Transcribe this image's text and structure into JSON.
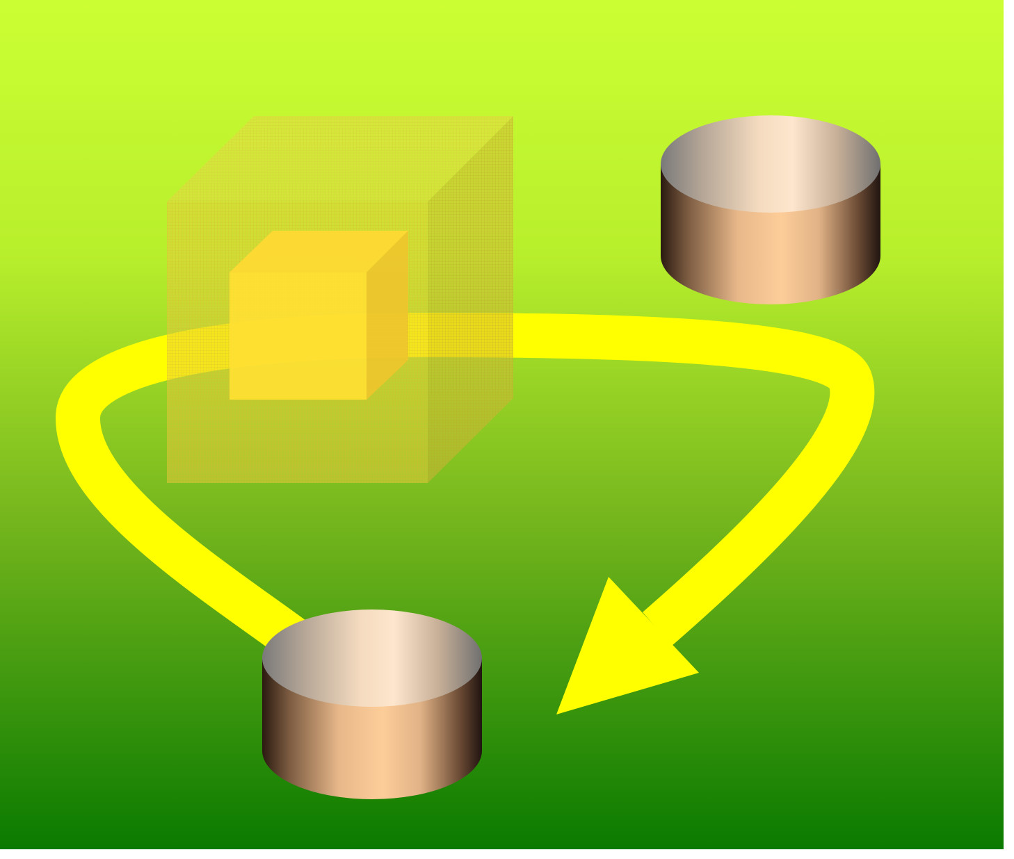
{
  "diagram": {
    "colors": {
      "background_top": "#ccff33",
      "background_bottom": "#0a7a00",
      "flow_arrow": "#ffff00",
      "cylinder_body_light": "#fdcd99",
      "cylinder_body_dark": "#2a1a10",
      "cylinder_top_light": "#fde6cd",
      "cylinder_top_dark": "#7a7a7a",
      "outer_cube": "#e3c830",
      "inner_cube_front": "#ffe033",
      "inner_cube_top": "#ffd933",
      "inner_cube_side": "#f2c72a"
    },
    "shapes": [
      {
        "name": "outer-translucent-cube",
        "kind": "cube",
        "style": "translucent-mesh"
      },
      {
        "name": "inner-solid-cube",
        "kind": "cube",
        "style": "solid"
      },
      {
        "name": "database-cylinder-top-right",
        "kind": "cylinder"
      },
      {
        "name": "database-cylinder-bottom",
        "kind": "cylinder"
      },
      {
        "name": "curved-flow-arrow",
        "kind": "arrow",
        "direction": "clockwise"
      }
    ]
  }
}
